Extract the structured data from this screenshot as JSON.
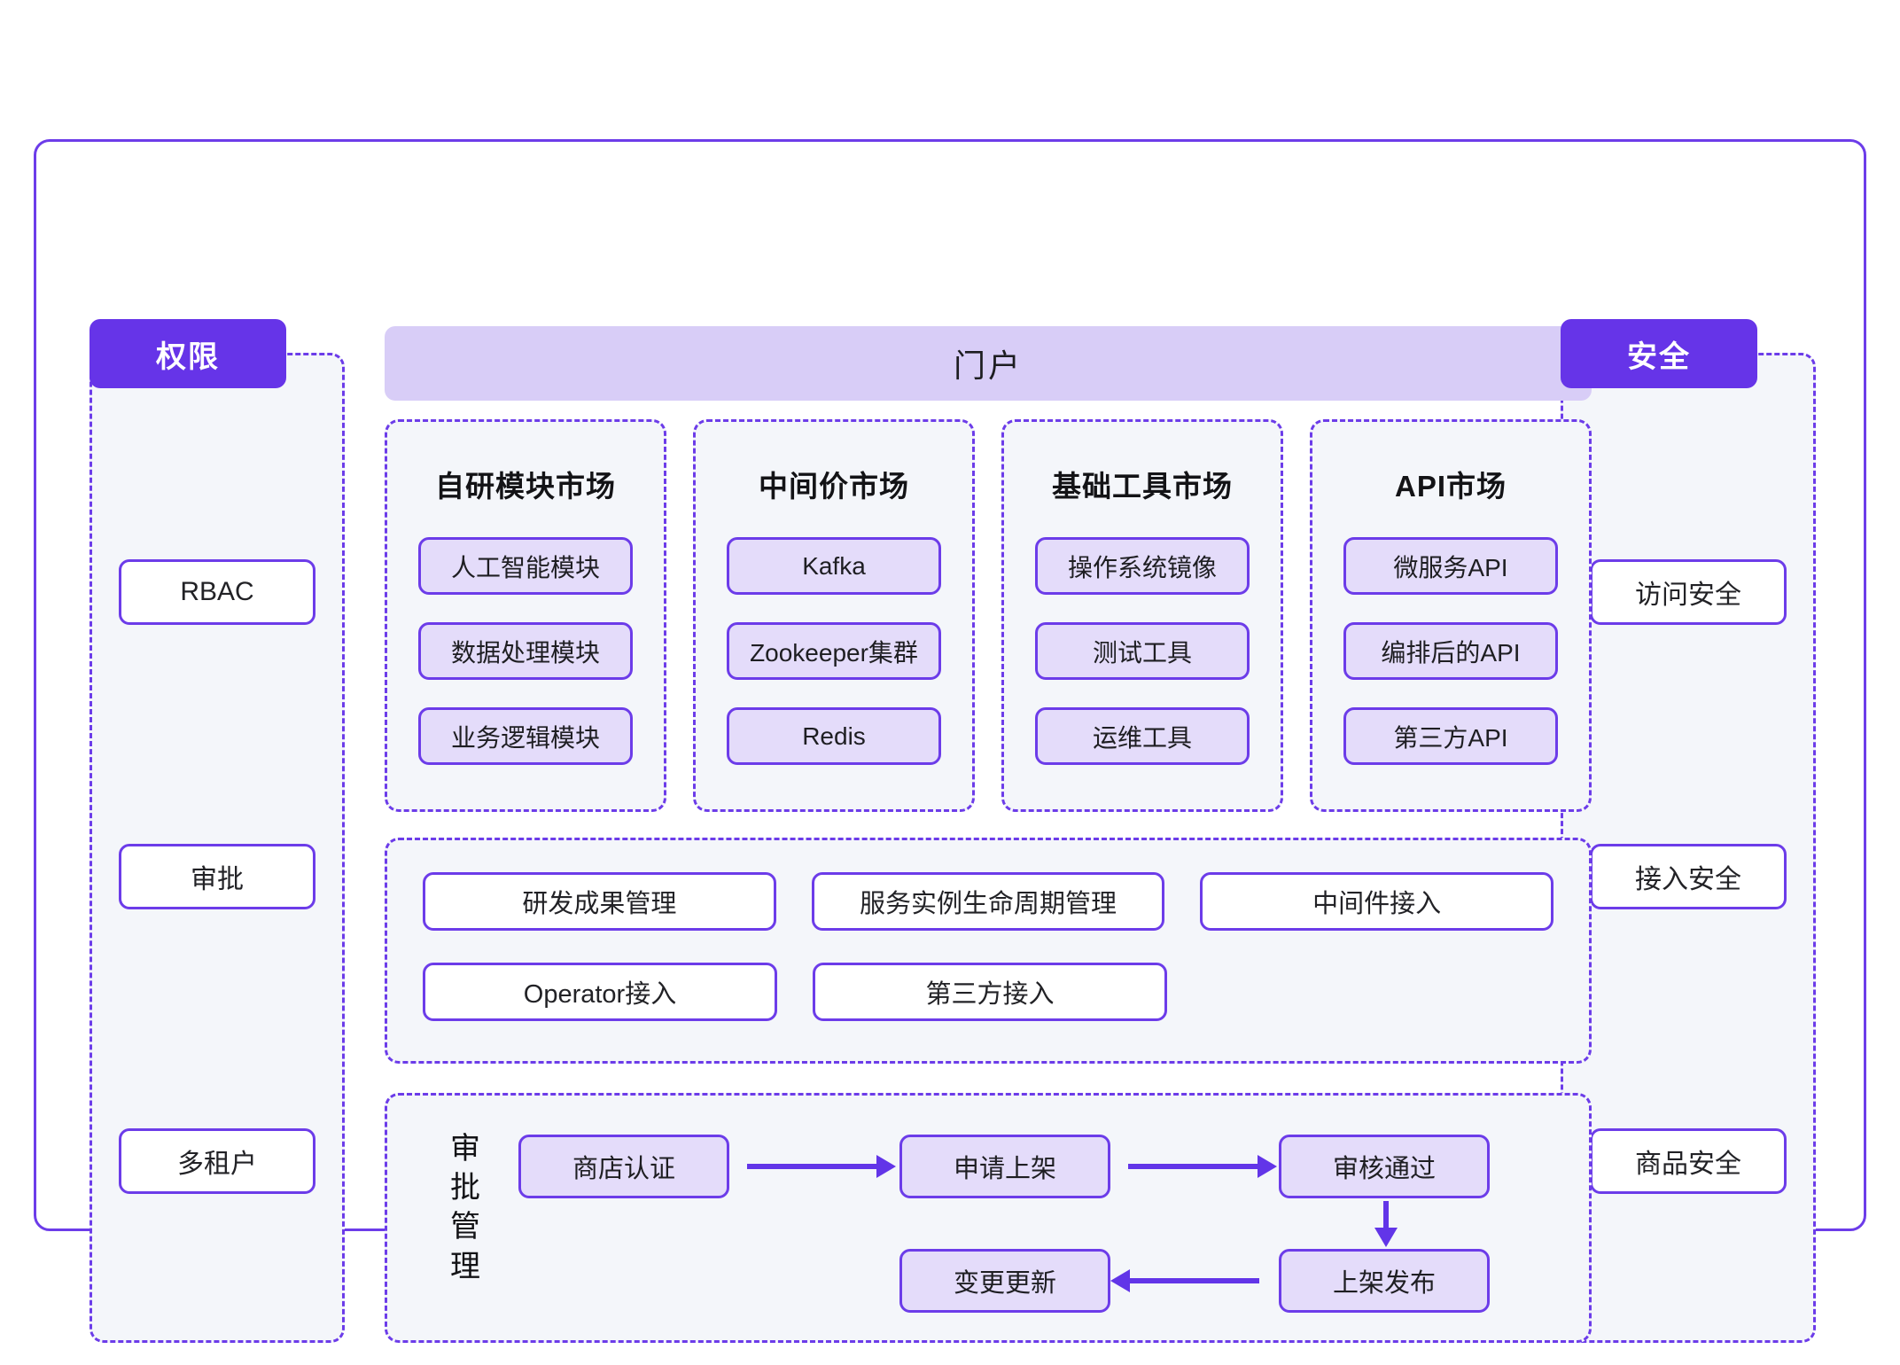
{
  "left_column": {
    "badge": "权限",
    "items": [
      {
        "label": "RBAC"
      },
      {
        "label": "审批"
      },
      {
        "label": "多租户"
      }
    ]
  },
  "right_column": {
    "badge": "安全",
    "items": [
      {
        "label": "访问安全"
      },
      {
        "label": "接入安全"
      },
      {
        "label": "商品安全"
      }
    ]
  },
  "portal": {
    "title": "门户"
  },
  "markets": [
    {
      "title": "自研模块市场",
      "items": [
        "人工智能模块",
        "数据处理模块",
        "业务逻辑模块"
      ]
    },
    {
      "title": "中间价市场",
      "items": [
        "Kafka",
        "Zookeeper集群",
        "Redis"
      ]
    },
    {
      "title": "基础工具市场",
      "items": [
        "操作系统镜像",
        "测试工具",
        "运维工具"
      ]
    },
    {
      "title": "API市场",
      "items": [
        "微服务API",
        "编排后的API",
        "第三方API"
      ]
    }
  ],
  "capabilities": {
    "row1": [
      "研发成果管理",
      "服务实例生命周期管理",
      "中间件接入"
    ],
    "row2": [
      "Operator接入",
      "第三方接入"
    ]
  },
  "workflow": {
    "label": "审批管理",
    "label_chars": [
      "审",
      "批",
      "管",
      "理"
    ],
    "nodes": [
      {
        "id": "n1",
        "label": "商店认证"
      },
      {
        "id": "n2",
        "label": "申请上架"
      },
      {
        "id": "n3",
        "label": "审核通过"
      },
      {
        "id": "n4",
        "label": "上架发布"
      },
      {
        "id": "n5",
        "label": "变更更新"
      }
    ],
    "edges": [
      {
        "from": "商店认证",
        "to": "申请上架",
        "direction": "right"
      },
      {
        "from": "申请上架",
        "to": "审核通过",
        "direction": "right"
      },
      {
        "from": "审核通过",
        "to": "上架发布",
        "direction": "down"
      },
      {
        "from": "上架发布",
        "to": "变更更新",
        "direction": "left"
      }
    ]
  },
  "colors": {
    "accent": "#6c3ce9",
    "badge_fill": "#6634e8",
    "portal_fill": "#d8cdf7",
    "chip_lavender": "#e4dcfa",
    "panel_fill": "#f4f6fa",
    "arrow": "#6235e8"
  }
}
